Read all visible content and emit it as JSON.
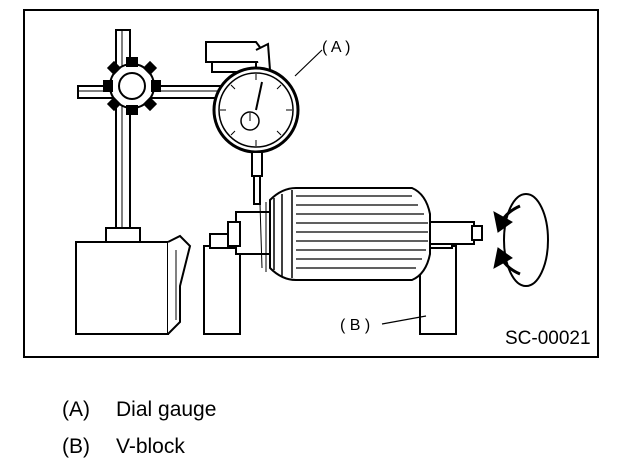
{
  "figure": {
    "code": "SC-00021",
    "callouts": [
      {
        "key": "(A)",
        "label": "( A )",
        "description": "Dial gauge"
      },
      {
        "key": "(B)",
        "label": "( B )",
        "description": "V-block"
      }
    ]
  },
  "colors": {
    "ink": "#000000",
    "paper": "#ffffff",
    "frame_border": "#000000"
  }
}
